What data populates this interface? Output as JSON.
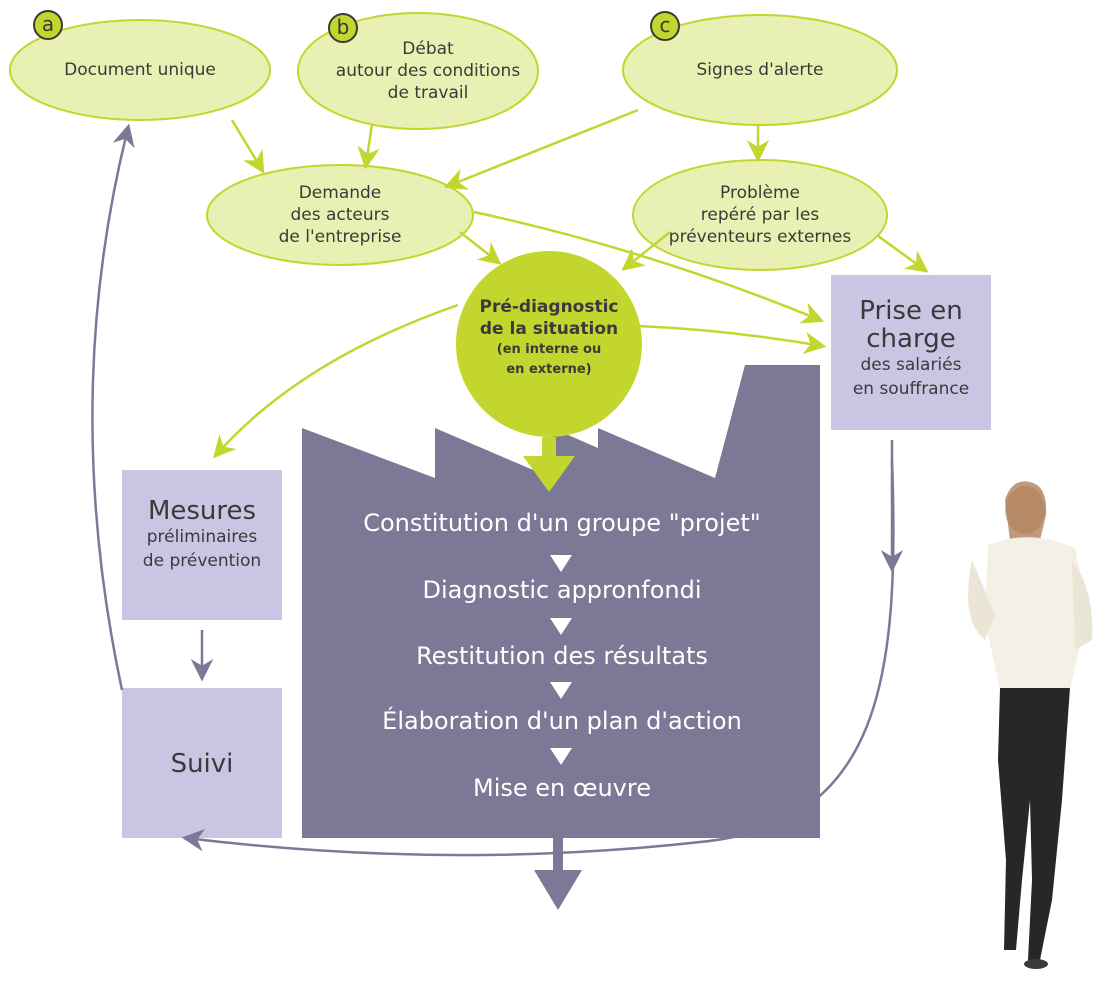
{
  "colors": {
    "ellipse_fill": "#e8f0b3",
    "ellipse_stroke": "#c3d62e",
    "green_arrow": "#c3d62e",
    "green_circle": "#c3d62e",
    "purple_box": "#c9c6e4",
    "factory": "#7b7995",
    "purple_arrow": "#7b7995",
    "text_dark": "#3a3a3a"
  },
  "badges": {
    "a": "a",
    "b": "b",
    "c": "c"
  },
  "sources": {
    "document_unique": "Document unique",
    "debat": [
      "Débat",
      "autour des conditions",
      "de travail"
    ],
    "signes": "Signes d'alerte"
  },
  "middle": {
    "demande": [
      "Demande",
      "des acteurs",
      "de l'entreprise"
    ],
    "probleme": [
      "Problème",
      "repéré par les",
      "préventeurs externes"
    ]
  },
  "prediagnostic": {
    "title": [
      "Pré-diagnostic",
      "de la situation"
    ],
    "subtitle": [
      "(en interne ou",
      "en externe)"
    ]
  },
  "prise_en_charge": {
    "big": [
      "Prise en",
      "charge"
    ],
    "small": [
      "des salariés",
      "en souffrance"
    ]
  },
  "mesures": {
    "big": "Mesures",
    "small": [
      "préliminaires",
      "de prévention"
    ]
  },
  "suivi": "Suivi",
  "steps": [
    "Constitution d'un groupe \"projet\"",
    "Diagnostic appronfondi",
    "Restitution des résultats",
    "Élaboration d'un plan d'action",
    "Mise en œuvre"
  ],
  "image": {
    "subject": "woman-walking-photo"
  }
}
